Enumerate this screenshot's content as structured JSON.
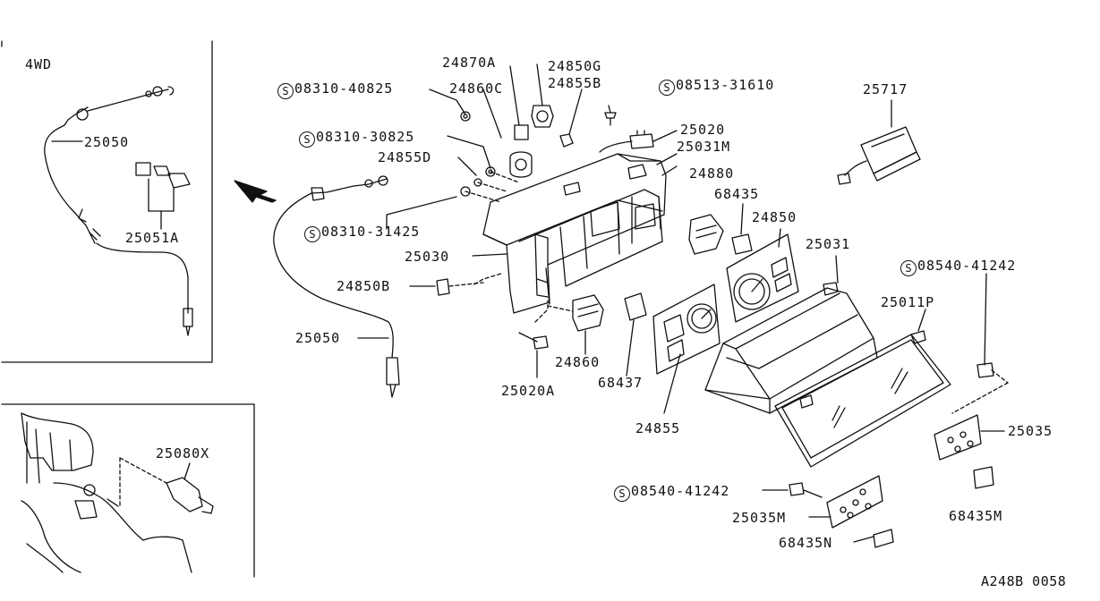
{
  "diagram": {
    "inset_label": "4WD",
    "catalog_code": "A248B 0058",
    "callouts": {
      "c24870A": "24870A",
      "c24850G": "24850G",
      "c24860C": "24860C",
      "c24855B": "24855B",
      "c08513_31610": "08513-31610",
      "c08310_40825": "08310-40825",
      "c08310_30825": "08310-30825",
      "c25020": "25020",
      "c25031M": "25031M",
      "c24855D": "24855D",
      "c25717": "25717",
      "c24880": "24880",
      "c68435": "68435",
      "c24850": "24850",
      "c08310_31425": "08310-31425",
      "c25030": "25030",
      "c25031": "25031",
      "c08540_41242a": "08540-41242",
      "c24850B": "24850B",
      "c25011P": "25011P",
      "c25050_top": "25050",
      "c25051A": "25051A",
      "c25050_main": "25050",
      "c24860": "24860",
      "c68437": "68437",
      "c25020A": "25020A",
      "c24855": "24855",
      "c25035": "25035",
      "c25080X": "25080X",
      "c08540_41242b": "08540-41242",
      "c25035M": "25035M",
      "c68435M": "68435M",
      "c68435N": "68435N"
    },
    "screw_marker": "S"
  }
}
